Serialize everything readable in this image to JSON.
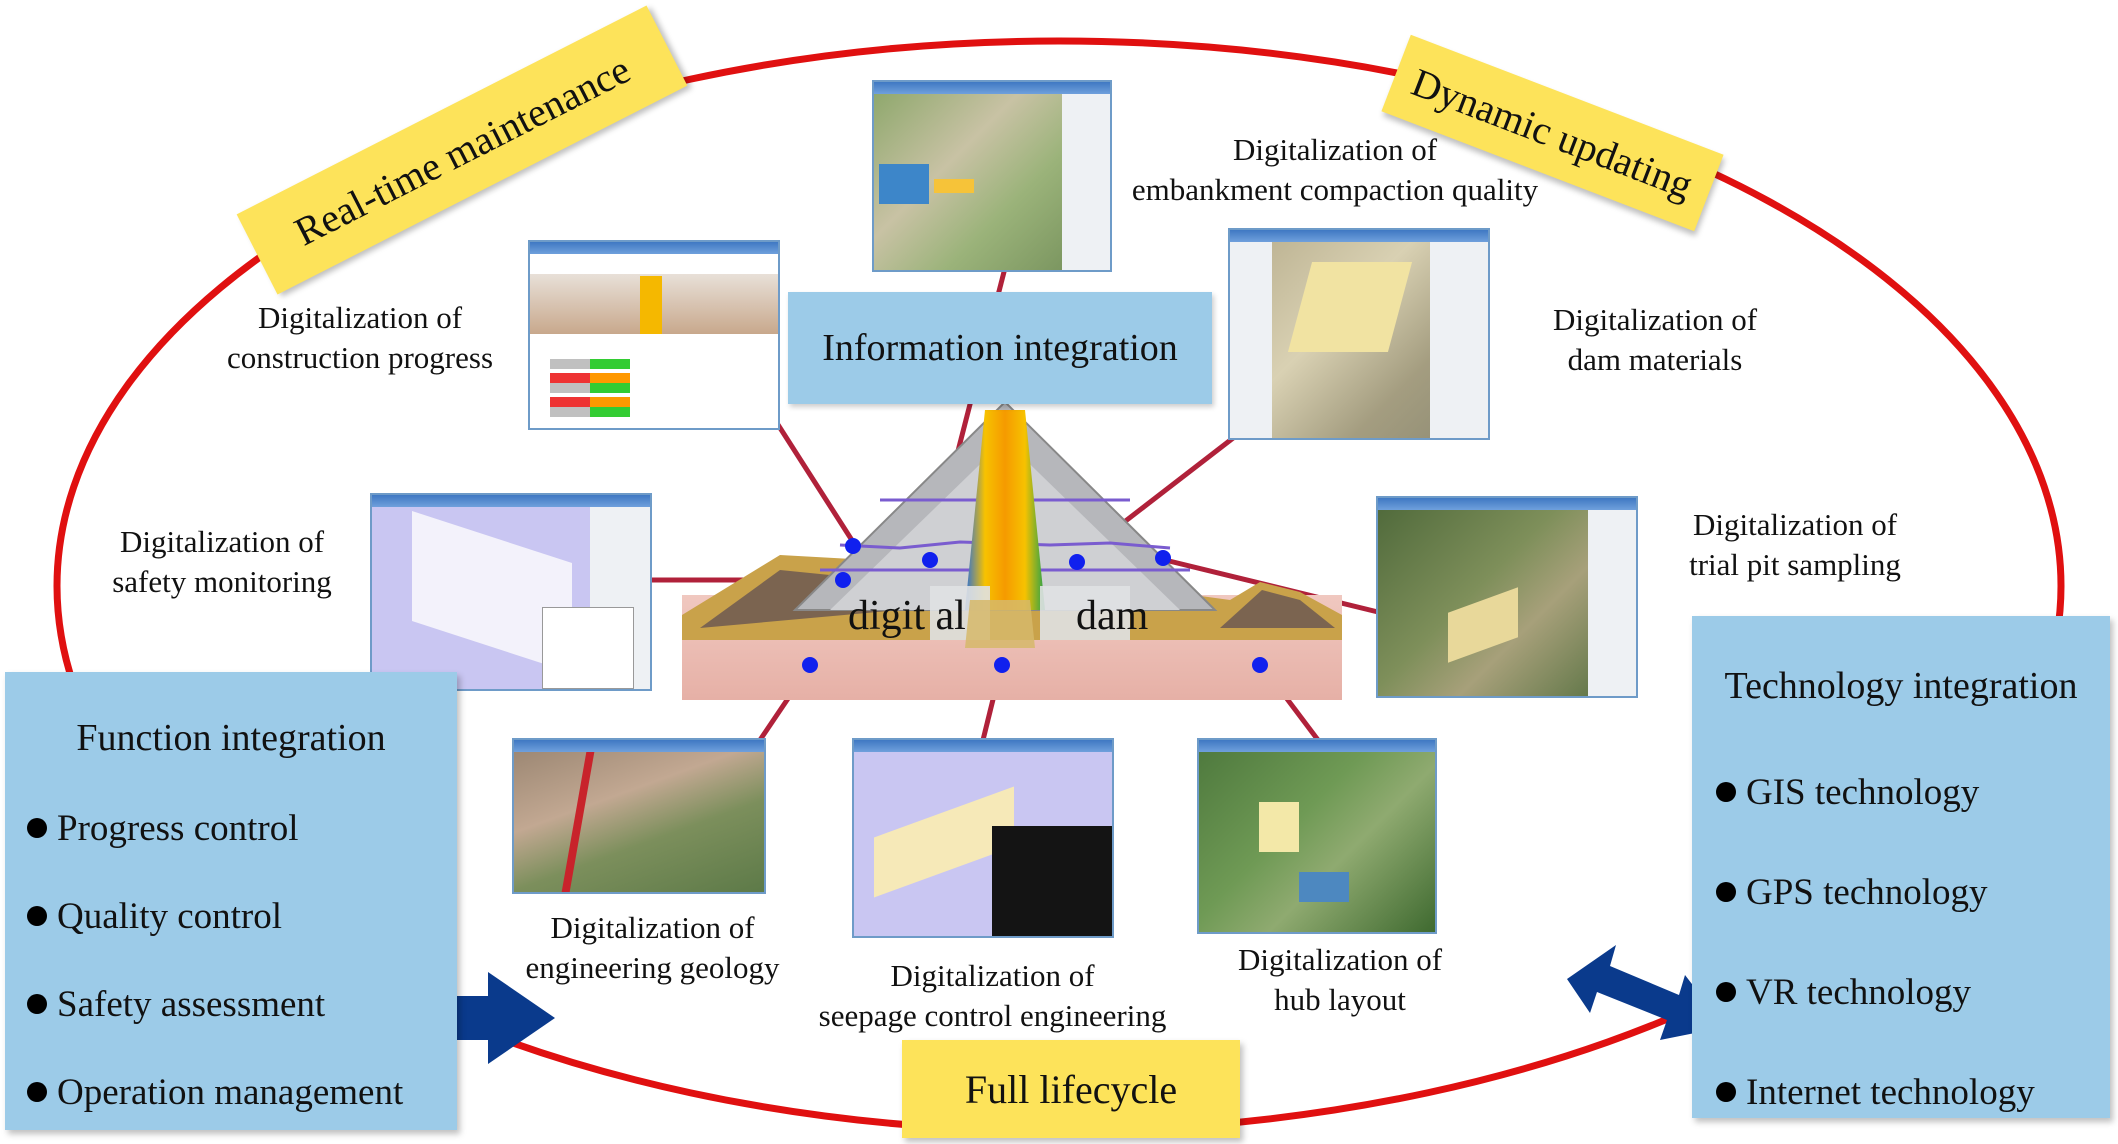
{
  "corner_labels": {
    "top_left": "Real-time maintenance",
    "top_right": "Dynamic updating",
    "bottom": "Full lifecycle"
  },
  "center": {
    "info_box": "Information integration",
    "dam_left": "digit al",
    "dam_right": "dam"
  },
  "modules": {
    "embankment": "Digitalization of\nembankment compaction quality",
    "construction": "Digitalization of\nconstruction progress",
    "materials": "Digitalization of\ndam materials",
    "safety": "Digitalization of\nsafety monitoring",
    "pit": "Digitalization of\ntrial pit sampling",
    "geology": "Digitalization of\nengineering geology",
    "seepage": "Digitalization of\nseepage control engineering",
    "hub": "Digitalization of\nhub layout"
  },
  "function_integration": {
    "title": "Function integration",
    "items": [
      "Progress control",
      "Quality control",
      "Safety assessment",
      "Operation management"
    ]
  },
  "technology_integration": {
    "title": "Technology integration",
    "items": [
      "GIS technology",
      "GPS technology",
      "VR technology",
      "Internet technology"
    ]
  },
  "colors": {
    "ellipse": "#e01010",
    "yellow_box": "#fde35a",
    "blue_box": "#9ccbe8",
    "arrow": "#0a3a8c",
    "connector": "#b0213a",
    "node": "#1020ee"
  }
}
